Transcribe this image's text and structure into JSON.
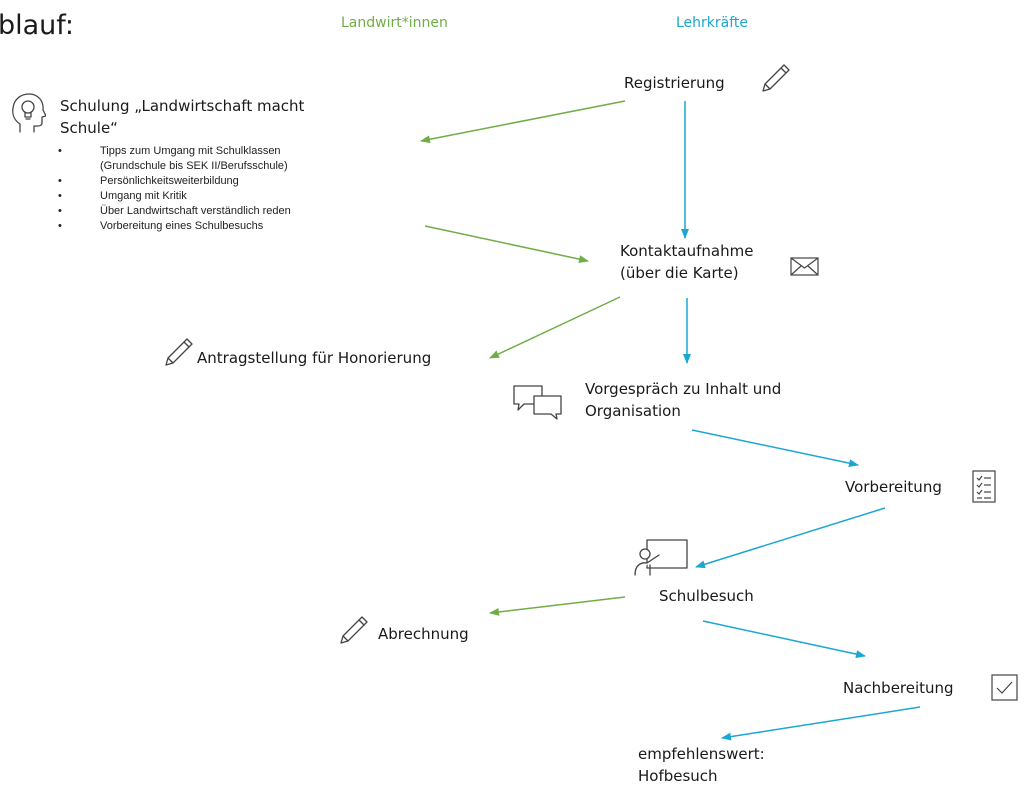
{
  "title": "blauf:",
  "columns": {
    "left": {
      "label": "Landwirt*innen",
      "color": "#70ad47"
    },
    "right": {
      "label": "Lehrkräfte",
      "color": "#1ba6d4"
    }
  },
  "nodes": {
    "registrierung": "Registrierung",
    "schulung_line1": "Schulung „Landwirtschaft macht",
    "schulung_line2": "Schule“",
    "schulung_items": [
      {
        "line1": "Tipps zum Umgang mit Schulklassen",
        "line2": "(Grundschule bis SEK II/Berufsschule)"
      },
      {
        "line1": "Persönlichkeitsweiterbildung"
      },
      {
        "line1": "Umgang mit Kritik"
      },
      {
        "line1": "Über Landwirtschaft verständlich reden"
      },
      {
        "line1": "Vorbereitung eines Schulbesuchs"
      }
    ],
    "kontakt_line1": "Kontaktaufnahme",
    "kontakt_line2": "(über die Karte)",
    "antrag": "Antragstellung für Honorierung",
    "vorgespraech_line1": "Vorgespräch zu Inhalt und",
    "vorgespraech_line2": "Organisation",
    "vorbereitung": "Vorbereitung",
    "schulbesuch": "Schulbesuch",
    "abrechnung": "Abrechnung",
    "nachbereitung": "Nachbereitung",
    "empfehlung_line1": "empfehlenswert:",
    "empfehlung_line2": "Hofbesuch"
  },
  "icons": {
    "registrierung": "pencil-icon",
    "schulung": "head-lightbulb-icon",
    "kontakt": "envelope-icon",
    "antrag": "pencil-icon",
    "vorgespraech": "speech-bubbles-icon",
    "vorbereitung": "checklist-icon",
    "schulbesuch": "teacher-board-icon",
    "abrechnung": "pencil-icon",
    "nachbereitung": "checkbox-icon"
  }
}
